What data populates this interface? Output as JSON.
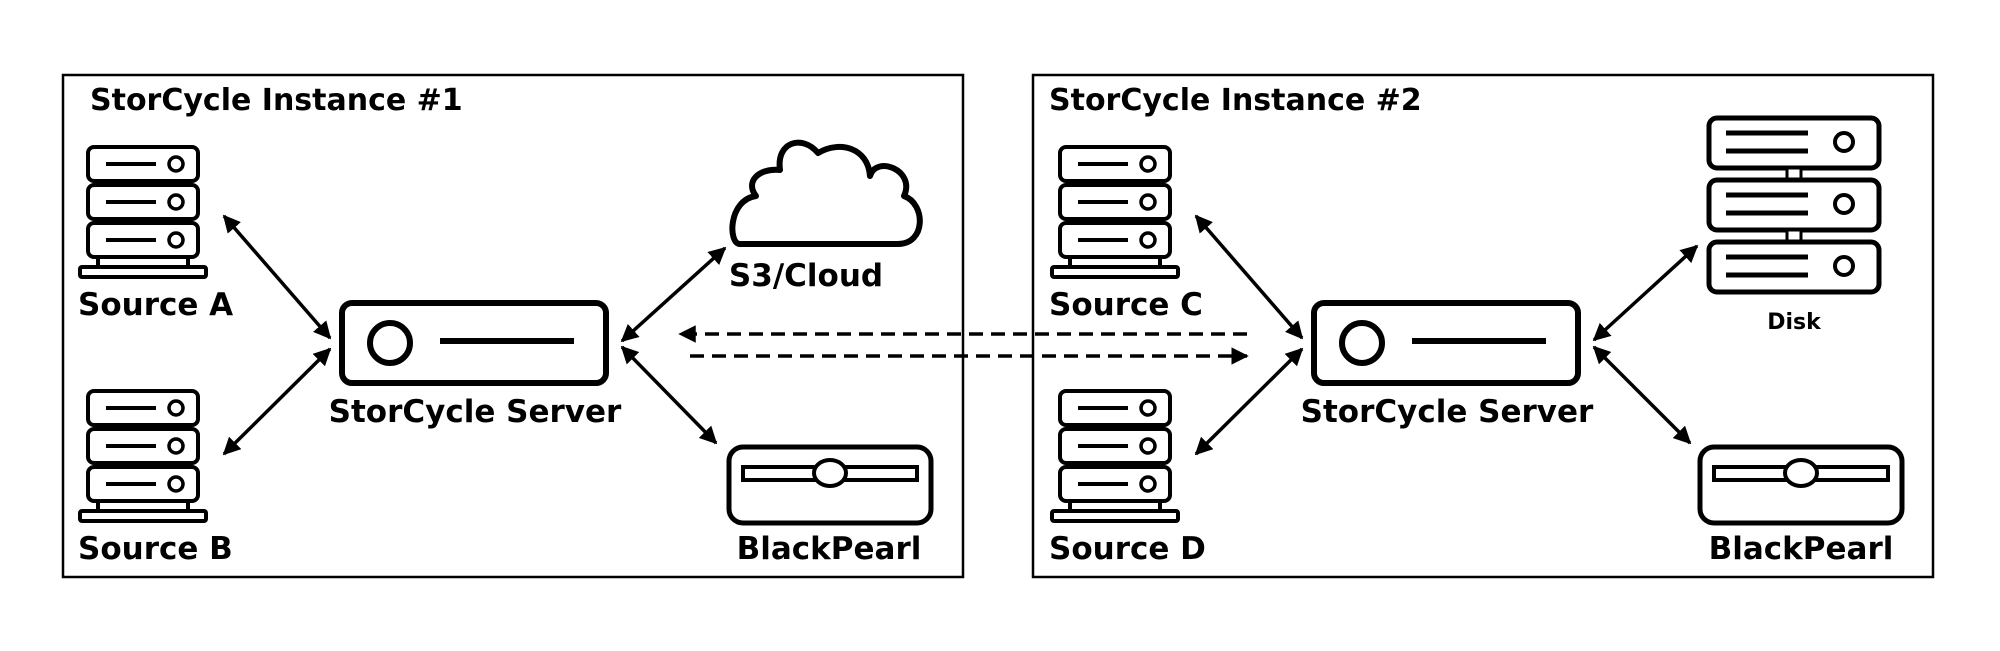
{
  "instances": [
    {
      "title": "StorCycle Instance #1",
      "sources": [
        "Source A",
        "Source B"
      ],
      "server_label": "StorCycle Server",
      "targets": [
        {
          "label": "S3/Cloud",
          "icon": "cloud-icon"
        },
        {
          "label": "BlackPearl",
          "icon": "blackpearl-icon"
        }
      ]
    },
    {
      "title": "StorCycle Instance #2",
      "sources": [
        "Source C",
        "Source D"
      ],
      "server_label": "StorCycle Server",
      "targets": [
        {
          "label": "Disk",
          "icon": "disk-array-icon"
        },
        {
          "label": "BlackPearl",
          "icon": "blackpearl-icon"
        }
      ]
    }
  ],
  "colors": {
    "stroke": "#000000",
    "background": "#ffffff"
  }
}
